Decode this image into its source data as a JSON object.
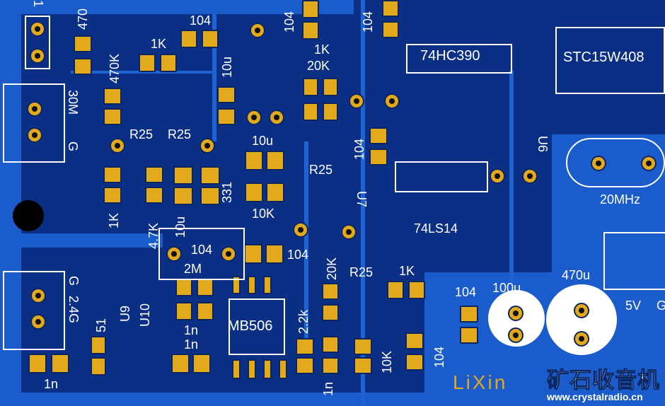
{
  "board": {
    "colors": {
      "substrate": "#0c2f86",
      "copper": "#1a5ccc",
      "pad": "#e3a91c",
      "silkscreen": "#ffffff"
    }
  },
  "labels": {
    "c_top_left": "1",
    "r470": "470",
    "c104_a": "104",
    "r1k_a": "1K",
    "r470k": "470K",
    "c10u_a": "10u",
    "r25_a": "R25",
    "r25_b": "R25",
    "r30m": "30M",
    "g_a": "G",
    "c104_b": "104",
    "c104_c": "104",
    "r1k_b": "1K",
    "r20k_a": "20K",
    "r25_c": "R25",
    "ic_74hc390": "74HC390",
    "ic_stc": "STC15W408",
    "c104_d": "104",
    "u6": "U6",
    "u7": "U7",
    "xtal": "20MHz",
    "ic_74ls14": "74LS14",
    "r1k_c": "1K",
    "r4k7": "4.7K",
    "c10u_b": "10u",
    "r331": "331",
    "c10u_c": "10u",
    "r10k_a": "10K",
    "c104_e": "104",
    "r2m": "2M",
    "c104_f": "104",
    "c470u": "470u",
    "v5": "5V",
    "g_b": "G",
    "c104_g": "104",
    "c100u": "100u",
    "r20k_b": "20K",
    "r25_d": "R25",
    "r1k_d": "1K",
    "g_c": "G",
    "ant": "2.4G",
    "u9": "U9",
    "u10": "U10",
    "r51": "51",
    "c1n_a": "1n",
    "c1n_b": "1n",
    "c1n_c": "1n",
    "ic_mb506": "MB506",
    "r2k2": "2.2k",
    "c1n_d": "1n",
    "r10k_b": "10K",
    "c104_h": "104"
  },
  "logo": {
    "brand": "LiXin",
    "title_cn": "矿石收音机",
    "url": "www.crystalradio.cn"
  }
}
